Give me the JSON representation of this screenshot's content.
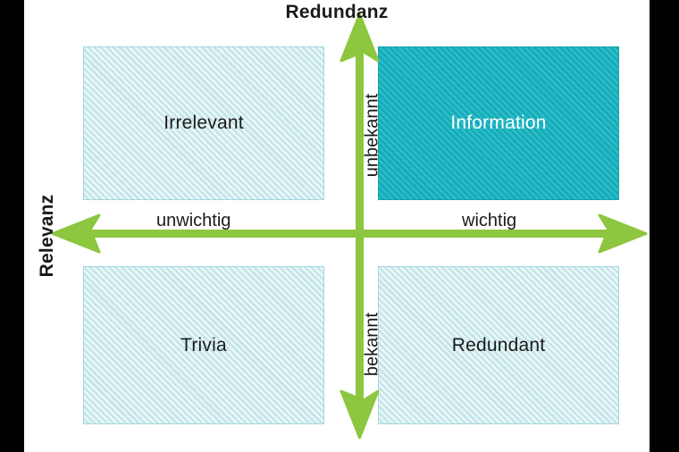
{
  "diagram": {
    "type": "2x2-matrix",
    "axes": {
      "vertical": {
        "title": "Redundanz",
        "high_label": "unbekannt",
        "low_label": "bekannt"
      },
      "horizontal": {
        "title": "Relevanz",
        "low_label": "unwichtig",
        "high_label": "wichtig"
      }
    },
    "quadrants": [
      {
        "id": "top-left",
        "label": "Irrelevant",
        "relevance": "unwichtig",
        "redundancy": "unbekannt",
        "highlighted": false
      },
      {
        "id": "top-right",
        "label": "Information",
        "relevance": "wichtig",
        "redundancy": "unbekannt",
        "highlighted": true
      },
      {
        "id": "bottom-left",
        "label": "Trivia",
        "relevance": "unwichtig",
        "redundancy": "bekannt",
        "highlighted": false
      },
      {
        "id": "bottom-right",
        "label": "Redundant",
        "relevance": "wichtig",
        "redundancy": "bekannt",
        "highlighted": false
      }
    ],
    "colors": {
      "accent_teal": "#11aebb",
      "light_teal": "#c6e7ea",
      "arrow_green": "#8dc63f",
      "text_dark": "#1b1b1b",
      "text_light": "#ffffff",
      "frame_black": "#000000",
      "canvas_white": "#ffffff"
    }
  }
}
